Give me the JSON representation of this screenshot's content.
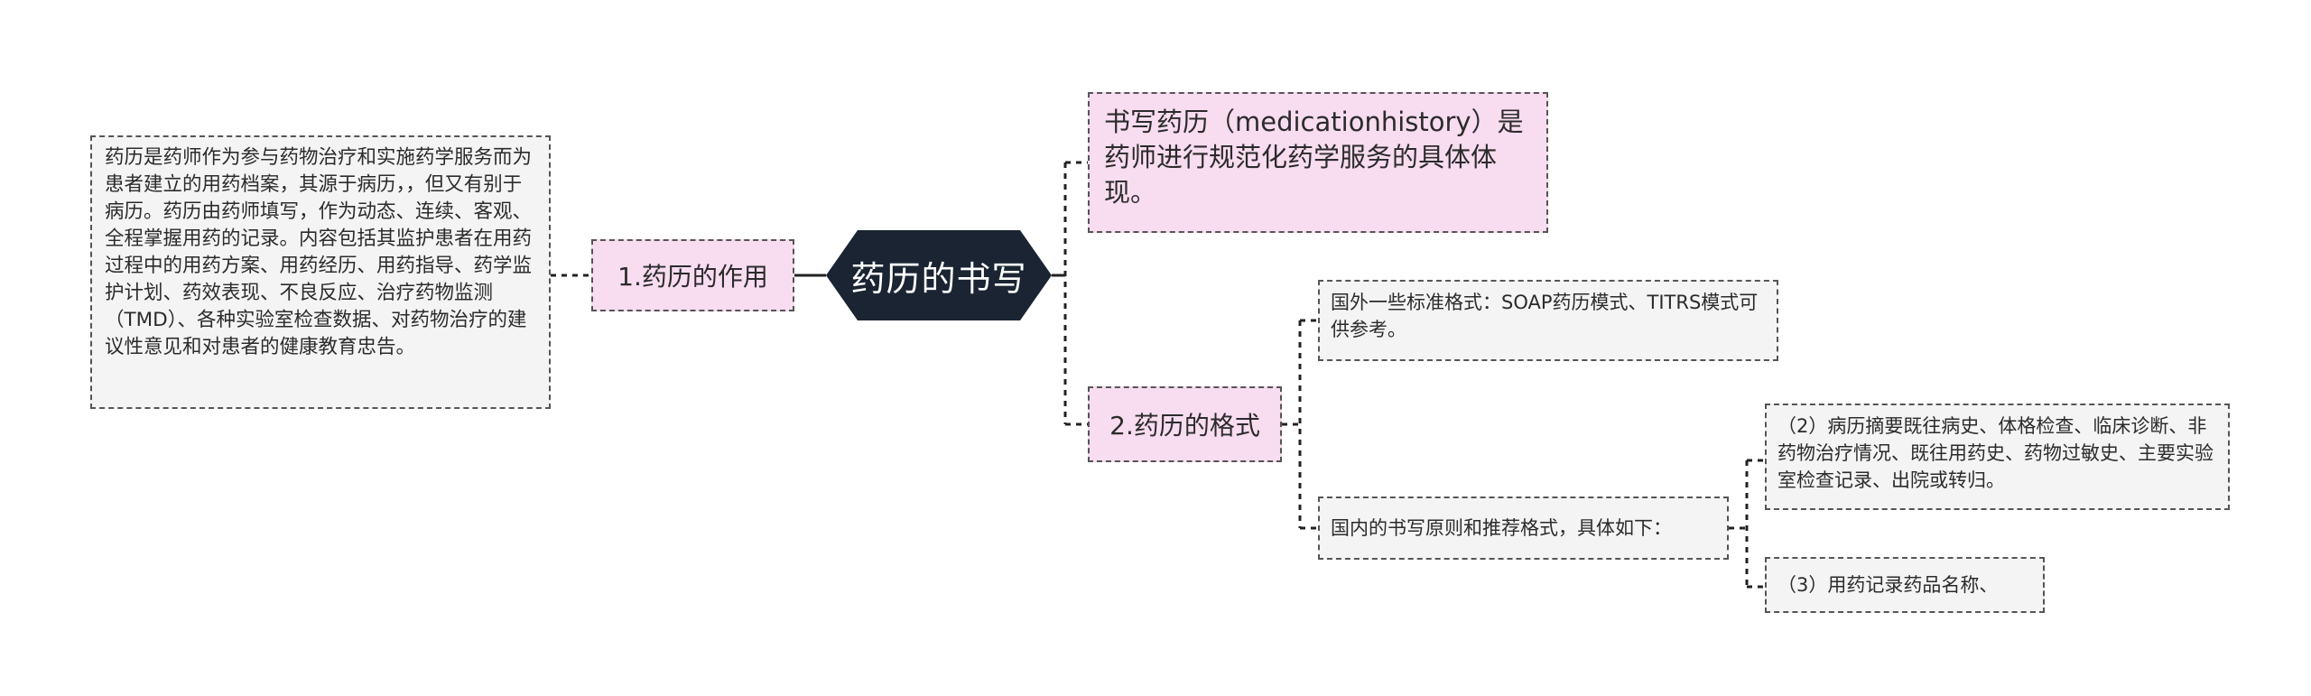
{
  "mindmap": {
    "root": "药历的书写",
    "branch_1": {
      "label": "1.药历的作用",
      "detail": "药历是药师作为参与药物治疗和实施药学服务而为患者建立的用药档案，其源于病历，，但又有别于病历。药历由药师填写，作为动态、连续、客观、全程掌握用药的记录。内容包括其监护患者在用药过程中的用药方案、用药经历、用药指导、药学监护计划、药效表现、不良反应、治疗药物监测（TMD）、各种实验室检查数据、对药物治疗的建议性意见和对患者的健康教育忠告。"
    },
    "top_right_note": "书写药历（medicationhistory）是药师进行规范化药学服务的具体体现。",
    "branch_2": {
      "label": "2.药历的格式",
      "foreign": "国外一些标准格式：SOAP药历模式、TITRS模式可供参考。",
      "domestic": {
        "label": "国内的书写原则和推荐格式，具体如下：",
        "item_2": "（2）病历摘要既往病史、体格检查、临床诊断、非药物治疗情况、既往用药史、药物过敏史、主要实验室检查记录、出院或转归。",
        "item_3": "（3）用药记录药品名称、"
      }
    },
    "colors": {
      "root_fill": "#1a2433",
      "branch_fill": "#f8dcef",
      "leaf_fill": "#f4f4f4",
      "border": "#555555"
    }
  }
}
